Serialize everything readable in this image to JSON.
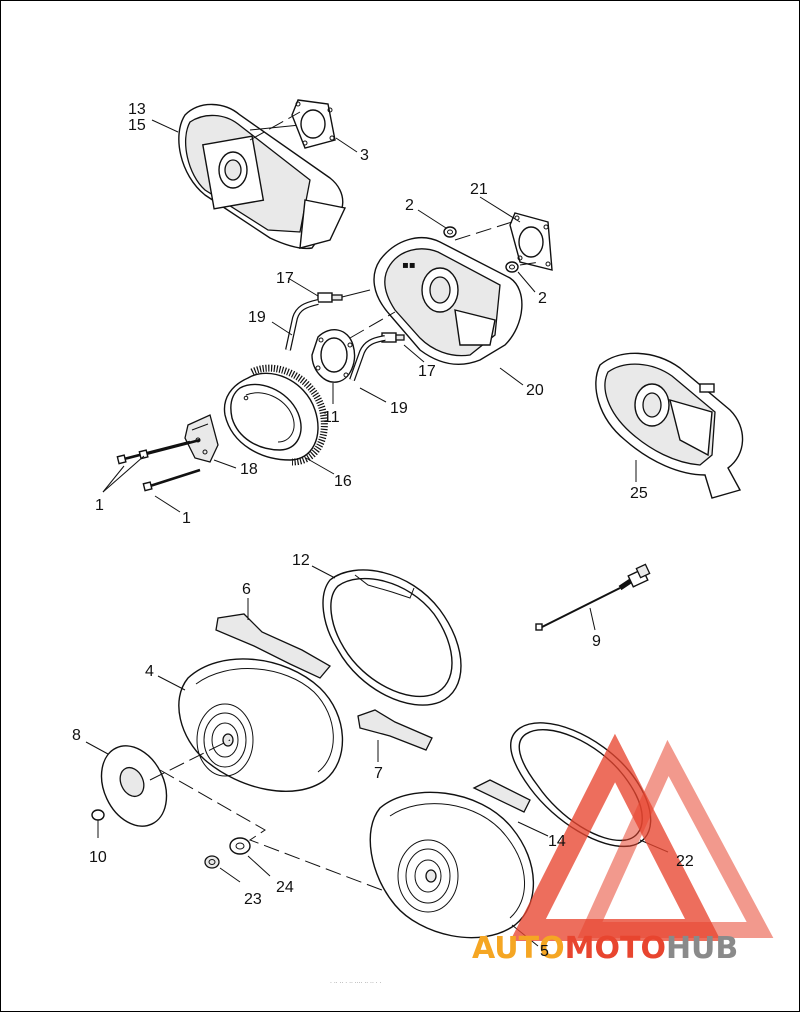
{
  "callouts": {
    "c13": "13",
    "c15": "15",
    "c3": "3",
    "c21": "21",
    "c2a": "2",
    "c2b": "2",
    "c17a": "17",
    "c17b": "17",
    "c19a": "19",
    "c19b": "19",
    "c20": "20",
    "c11": "11",
    "c18": "18",
    "c16": "16",
    "c25": "25",
    "c1a": "1",
    "c1b": "1",
    "c12": "12",
    "c6": "6",
    "c9": "9",
    "c4": "4",
    "c7": "7",
    "c8": "8",
    "c10": "10",
    "c14": "14",
    "c22": "22",
    "c23": "23",
    "c24": "24",
    "c5": "5"
  },
  "watermark": {
    "part1": "AUTO",
    "part2": "MOTO",
    "part3": "HUB",
    "color_red": "#e8452f",
    "color_orange": "#f5a623",
    "color_gray": "#8a8a8a"
  },
  "footer_text": "· ·· ·· · ·· ···· ·· ·· ·  ·"
}
